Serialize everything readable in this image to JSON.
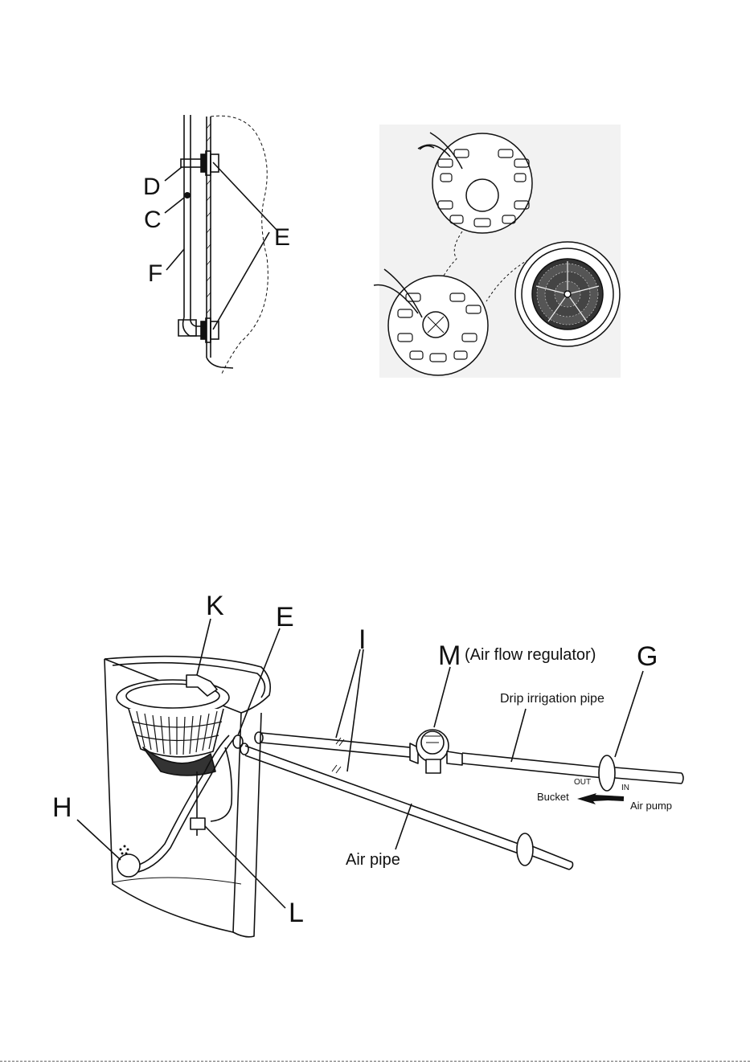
{
  "figure_top_left": {
    "labels": {
      "D": "D",
      "C": "C",
      "E": "E",
      "F": "F"
    }
  },
  "figure_bottom": {
    "labels": {
      "K": "K",
      "E": "E",
      "I": "I",
      "M": "M",
      "M_caption": "(Air flow regulator)",
      "G": "G",
      "drip": "Drip irrigation pipe",
      "out": "OUT",
      "in": "IN",
      "bucket": "Bucket",
      "air_pump": "Air pump",
      "H": "H",
      "air_pipe": "Air pipe",
      "L": "L"
    }
  }
}
